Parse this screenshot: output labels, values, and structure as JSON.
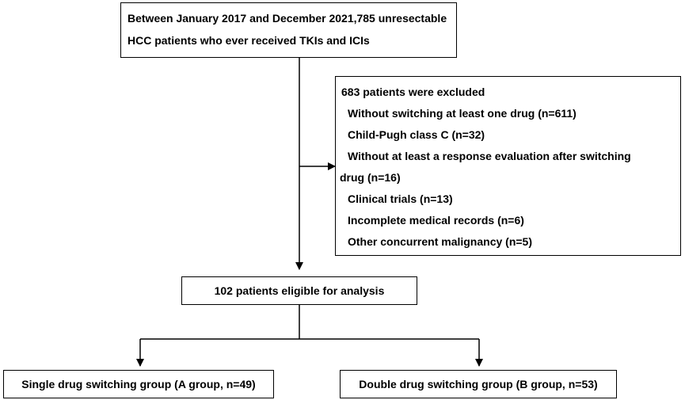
{
  "flowchart": {
    "top_box": {
      "lines": [
        "Between January 2017 and December 2021,785 unresectable",
        "HCC patients who ever received TKIs and ICIs"
      ]
    },
    "exclusion_box": {
      "heading": "683 patients were excluded",
      "items": [
        "Without switching at least one drug (n=611)",
        "Child-Pugh class C (n=32)",
        "Without at least a response evaluation after switching",
        "drug (n=16)",
        "Clinical trials (n=13)",
        "Incomplete medical records (n=6)",
        "Other concurrent malignancy (n=5)"
      ]
    },
    "eligible_box": {
      "text": "102 patients eligible for analysis"
    },
    "group_a_box": {
      "text": "Single drug switching group (A group, n=49)"
    },
    "group_b_box": {
      "text": "Double drug switching group (B group, n=53)"
    }
  }
}
